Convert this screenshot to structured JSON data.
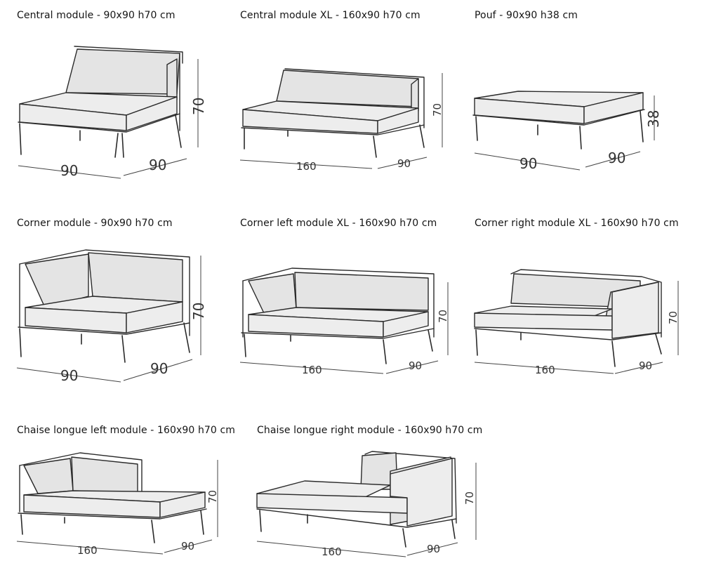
{
  "modules": [
    {
      "key": "central",
      "title": "Central module - 90x90 h70 cm",
      "width_label": "90",
      "depth_label": "90",
      "height_label": "70"
    },
    {
      "key": "central_xl",
      "title": "Central module XL - 160x90 h70 cm",
      "width_label": "160",
      "depth_label": "90",
      "height_label": "70"
    },
    {
      "key": "pouf",
      "title": "Pouf - 90x90 h38 cm",
      "width_label": "90",
      "depth_label": "90",
      "height_label": "38"
    },
    {
      "key": "corner",
      "title": "Corner module - 90x90 h70 cm",
      "width_label": "90",
      "depth_label": "90",
      "height_label": "70"
    },
    {
      "key": "corner_left_xl",
      "title": "Corner left module XL - 160x90 h70 cm",
      "width_label": "160",
      "depth_label": "90",
      "height_label": "70"
    },
    {
      "key": "corner_right_xl",
      "title": "Corner right module XL - 160x90 h70 cm",
      "width_label": "160",
      "depth_label": "90",
      "height_label": "70"
    },
    {
      "key": "chaise_left",
      "title": "Chaise longue left module - 160x90 h70 cm",
      "width_label": "160",
      "depth_label": "90",
      "height_label": "70"
    },
    {
      "key": "chaise_right",
      "title": "Chaise longue right module - 160x90 h70 cm",
      "width_label": "160",
      "depth_label": "90",
      "height_label": "70"
    }
  ]
}
